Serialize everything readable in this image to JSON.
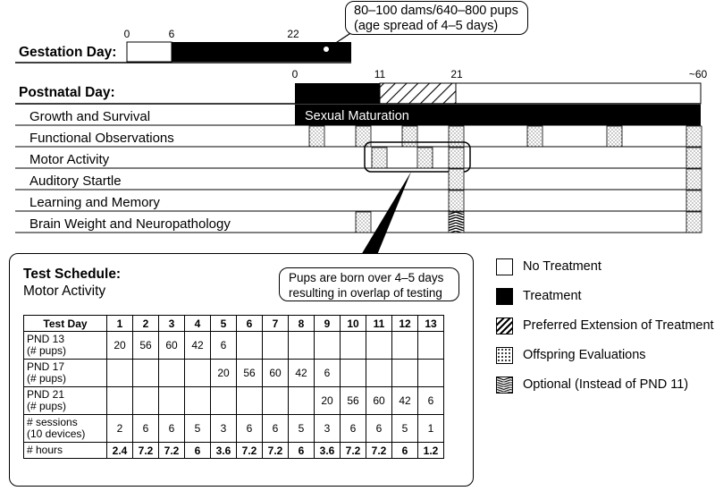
{
  "gestation": {
    "label": "Gestation Day:",
    "ticks": [
      "0",
      "6",
      "22"
    ],
    "callout_line1": "80–100 dams/640–800 pups",
    "callout_line2": "(age spread of 4–5 days)"
  },
  "postnatal": {
    "label": "Postnatal Day:",
    "ticks": [
      "0",
      "11",
      "21",
      "~60"
    ],
    "rows": [
      "Growth and Survival",
      "Functional Observations",
      "Motor Activity",
      "Auditory Startle",
      "Learning and Memory",
      "Brain Weight and Neuropathology"
    ],
    "sexual_maturation_label": "Sexual Maturation"
  },
  "test_schedule": {
    "title": "Test Schedule:",
    "subtitle": "Motor Activity",
    "note_line1": "Pups are born over 4–5 days",
    "note_line2": "resulting in overlap of testing",
    "header": [
      "Test Day",
      "1",
      "2",
      "3",
      "4",
      "5",
      "6",
      "7",
      "8",
      "9",
      "10",
      "11",
      "12",
      "13"
    ],
    "rows": [
      {
        "label1": "PND 13",
        "label2": "(# pups)",
        "cells": [
          "20",
          "56",
          "60",
          "42",
          "6",
          "",
          "",
          "",
          "",
          "",
          "",
          "",
          ""
        ]
      },
      {
        "label1": "PND 17",
        "label2": "(# pups)",
        "cells": [
          "",
          "",
          "",
          "",
          "20",
          "56",
          "60",
          "42",
          "6",
          "",
          "",
          "",
          ""
        ]
      },
      {
        "label1": "PND 21",
        "label2": "(# pups)",
        "cells": [
          "",
          "",
          "",
          "",
          "",
          "",
          "",
          "",
          "20",
          "56",
          "60",
          "42",
          "6"
        ]
      },
      {
        "label1": "# sessions",
        "label2": "(10 devices)",
        "cells": [
          "2",
          "6",
          "6",
          "5",
          "3",
          "6",
          "6",
          "5",
          "3",
          "6",
          "6",
          "5",
          "1"
        ]
      },
      {
        "label1": "# hours",
        "label2": "",
        "cells": [
          "2.4",
          "7.2",
          "7.2",
          "6",
          "3.6",
          "7.2",
          "7.2",
          "6",
          "3.6",
          "7.2",
          "7.2",
          "6",
          "1.2"
        ]
      }
    ]
  },
  "legend": [
    {
      "label": "No Treatment",
      "pattern": "none"
    },
    {
      "label": "Treatment",
      "pattern": "solid"
    },
    {
      "label": "Preferred Extension of Treatment",
      "pattern": "diagonal"
    },
    {
      "label": "Offspring Evaluations",
      "pattern": "dots"
    },
    {
      "label": "Optional (Instead of PND 11)",
      "pattern": "chevron"
    }
  ],
  "colors": {
    "ink": "#000000",
    "paper": "#ffffff"
  }
}
